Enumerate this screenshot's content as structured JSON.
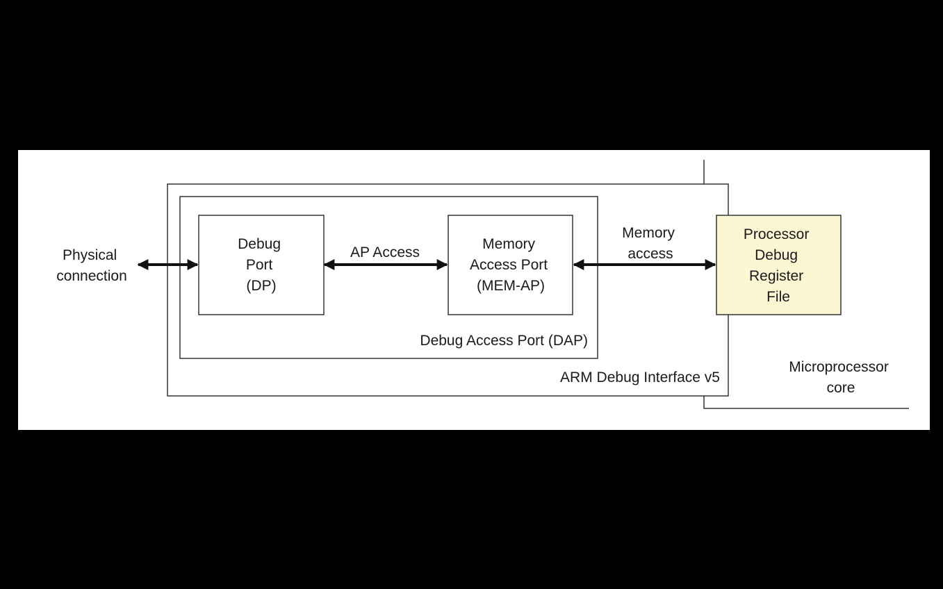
{
  "colors": {
    "background": "#000000",
    "canvas": "#ffffff",
    "stroke": "#333333",
    "processor_fill": "#fcf6d3"
  },
  "labels": {
    "physical_connection": [
      "Physical",
      "connection"
    ],
    "debug_port": [
      "Debug",
      "Port",
      "(DP)"
    ],
    "ap_access": "AP Access",
    "mem_ap": [
      "Memory",
      "Access Port",
      "(MEM-AP)"
    ],
    "memory_access": [
      "Memory",
      "access"
    ],
    "processor_debug": [
      "Processor",
      "Debug",
      "Register",
      "File"
    ],
    "dap": "Debug Access Port (DAP)",
    "adi": "ARM Debug Interface v5",
    "microprocessor_core": [
      "Microprocessor",
      "core"
    ]
  }
}
